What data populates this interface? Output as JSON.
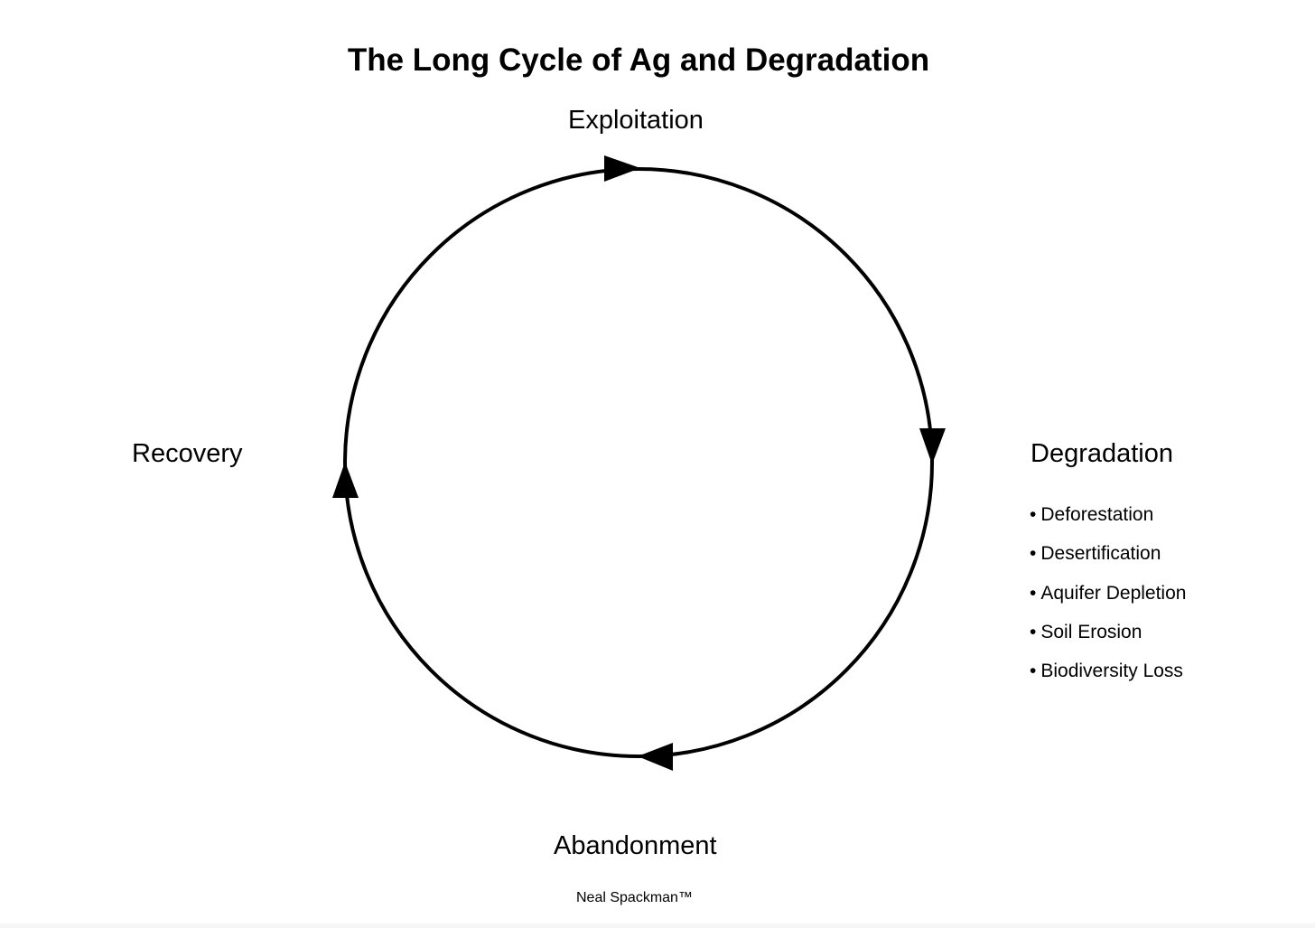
{
  "title": "The Long Cycle of Ag and Degradation",
  "stages": {
    "top": "Exploitation",
    "right": "Degradation",
    "bottom": "Abandonment",
    "left": "Recovery"
  },
  "degradation_items": [
    "Deforestation",
    "Desertification",
    "Aquifer Depletion",
    "Soil Erosion",
    "Biodiversity Loss"
  ],
  "bullet_symbol": "•",
  "author": "Neal Spackman™",
  "colors": {
    "stroke": "#000000",
    "background": "#ffffff"
  },
  "cycle_direction": "clockwise"
}
